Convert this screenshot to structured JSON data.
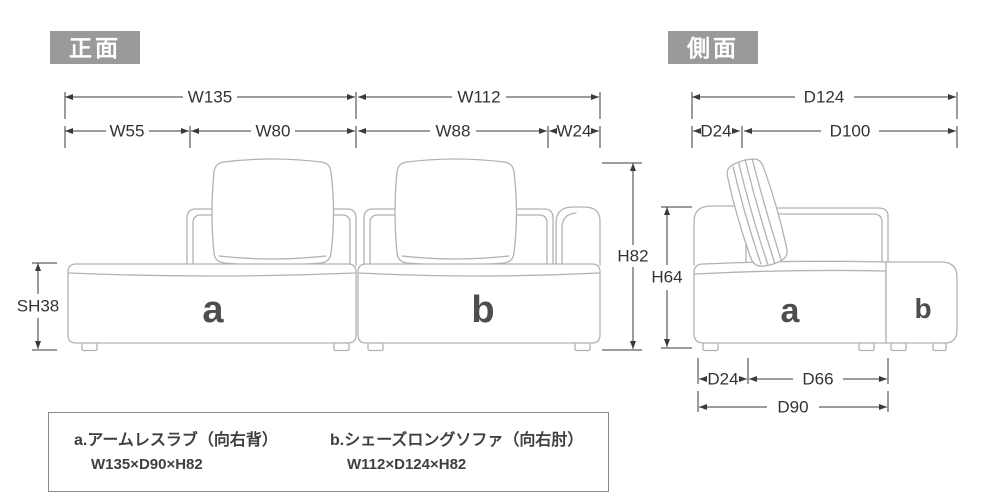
{
  "diagram": {
    "front_view": {
      "badge": "正面",
      "dim_labels": {
        "total_width_a": "W135",
        "total_width_b": "W112",
        "open_section_width": "W55",
        "seat_a_width": "W80",
        "seat_b_width": "W88",
        "armrest_width": "W24",
        "seat_height": "SH38",
        "total_height": "H82"
      },
      "module_a": "a",
      "module_b": "b"
    },
    "side_view": {
      "badge": "側面",
      "dim_labels": {
        "total_depth": "D124",
        "back_depth": "D24",
        "body_depth": "D100",
        "arm_height": "H64",
        "foot_back_depth": "D24",
        "foot_span_depth": "D66",
        "base_depth": "D90"
      },
      "module_a": "a",
      "module_b": "b"
    },
    "legend": {
      "item_a_name": "a.アームレスラブ（向右背）",
      "item_a_size": "W135×D90×H82",
      "item_b_name": "b.シェーズロングソファ（向右肘）",
      "item_b_size": "W112×D124×H82"
    },
    "colors": {
      "badge_bg": "#9a9a9a",
      "line_art": "#b2b2b2",
      "dimension_line": "#3a3a3a",
      "module_label": "#4d4d4d"
    }
  }
}
